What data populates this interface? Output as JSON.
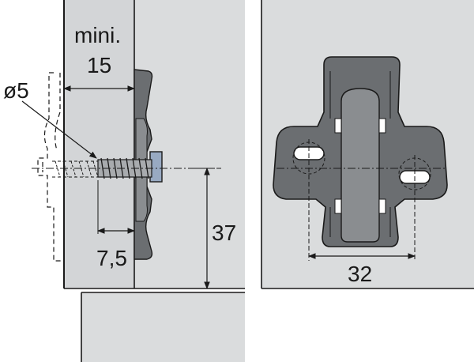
{
  "labels": {
    "mini": "mini.",
    "min_distance": "15",
    "diameter": "ø5",
    "screw_depth": "7,5",
    "offset_height": "37",
    "hole_spacing": "32"
  },
  "colors": {
    "panel_grey": "#dadcdd",
    "part_dark": "#6b6e71",
    "part_mid": "#8a8d90",
    "part_light": "#a8abae",
    "outline": "#1a1a1a",
    "screw_head_blue": "#98aac2",
    "background": "#ffffff"
  },
  "icons": {
    "left_view": "cabinet-side-section-with-screw",
    "right_view": "cruciform-mounting-plate-front"
  }
}
